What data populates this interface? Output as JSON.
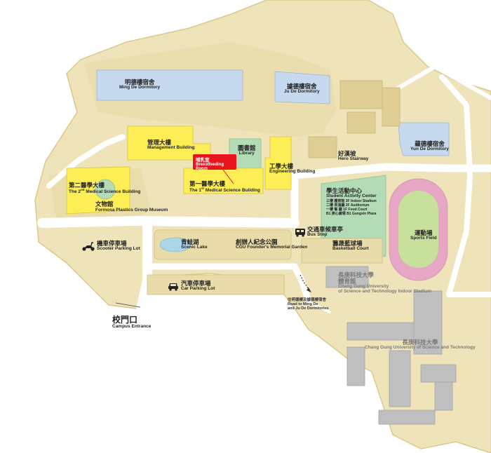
{
  "colors": {
    "campus_ground": "#efe3b9",
    "campus_outline": "#d9c98e",
    "yellow_building": "#fdee56",
    "blue_building": "#c7d9ef",
    "green_building": "#b3dbb6",
    "grey_building": "#bfbfbf",
    "building_tan": "#e0cf94",
    "road": "#ffffff",
    "track": "#e6a7c4",
    "field": "#c7e19c",
    "lake": "#aad6e8",
    "breastfeeding_red": "#e8151d"
  },
  "labels": {
    "ming_de": {
      "zh": "明德樓宿舍",
      "en": "Ming De Dormitory"
    },
    "ju_de": {
      "zh": "據德樓宿舍",
      "en": "Ju De Dormitory"
    },
    "yun_de": {
      "zh": "蘊德樓宿舍",
      "en": "Yun De Dormitory"
    },
    "management": {
      "zh": "管理大樓",
      "en": "Management Building"
    },
    "library": {
      "zh": "圖書館",
      "en": "Library"
    },
    "breastfeeding": {
      "zh": "哺乳室",
      "en": "Breastfeeding Room"
    },
    "engineering": {
      "zh": "工學大樓",
      "en": "Engineering Building"
    },
    "hero_stairway": {
      "zh": "好漢坡",
      "en": "Hero Stairway"
    },
    "medical_2nd": {
      "zh": "第二醫學大樓",
      "en_prefix": "The 2",
      "en_sup": "nd",
      "en_rest": " Medical Science Building"
    },
    "medical_1st": {
      "zh": "第一醫學大樓",
      "en_prefix": "The 1",
      "en_sup": "st",
      "en_rest": " Medical Science Building"
    },
    "museum": {
      "zh": "文物館",
      "en": "Formosa Plastics Group Museum"
    },
    "student_center": {
      "zh": "學生活動中心",
      "en": "Student Activity Center",
      "floors": [
        "三樓  體育館  3F Indoor Stadium",
        "二樓  表演廳  2F Auditorium",
        "一樓  餐  廳  1F Food Court",
        "B1  庚心廣場  B1 Gungxin Plaza"
      ]
    },
    "sports_field": {
      "zh": "運動場",
      "en": "Sports Field"
    },
    "scooter_parking": {
      "zh": "機車停車場",
      "en": "Scooter Parking Lot"
    },
    "scenic_lake": {
      "zh": "青蛙湖",
      "en": "Scenic Lake"
    },
    "memorial_garden": {
      "zh": "創辦人紀念公園",
      "en": "CGU Founder's Memorial Garden"
    },
    "bus_stop": {
      "zh": "交通車候車亭",
      "en": "Bus Stop"
    },
    "basketball": {
      "zh": "籌晟藍球場",
      "en": "Basketball Court"
    },
    "car_parking": {
      "zh": "汽車停車場",
      "en": "Car Parking Lot"
    },
    "road_dorm": {
      "zh": "往明德樓及據德樓宿舍",
      "en1": "Road to Ming De",
      "en2": "and Ju De Dormitories"
    },
    "cgust_stadium": {
      "zh1": "長庚科技大學",
      "zh2": "體育館",
      "en1": "Chang Gung University",
      "en2": "of Science and Technology Indoor Stadium"
    },
    "cgust": {
      "zh": "長庚科技大學",
      "en": "Chang Gung University of Science and Technology"
    },
    "campus_entrance": {
      "zh": "校門口",
      "en": "Campus Entrance"
    }
  },
  "icons": {
    "scooter": "scooter-icon",
    "car": "car-icon",
    "bus": "bus-icon"
  }
}
